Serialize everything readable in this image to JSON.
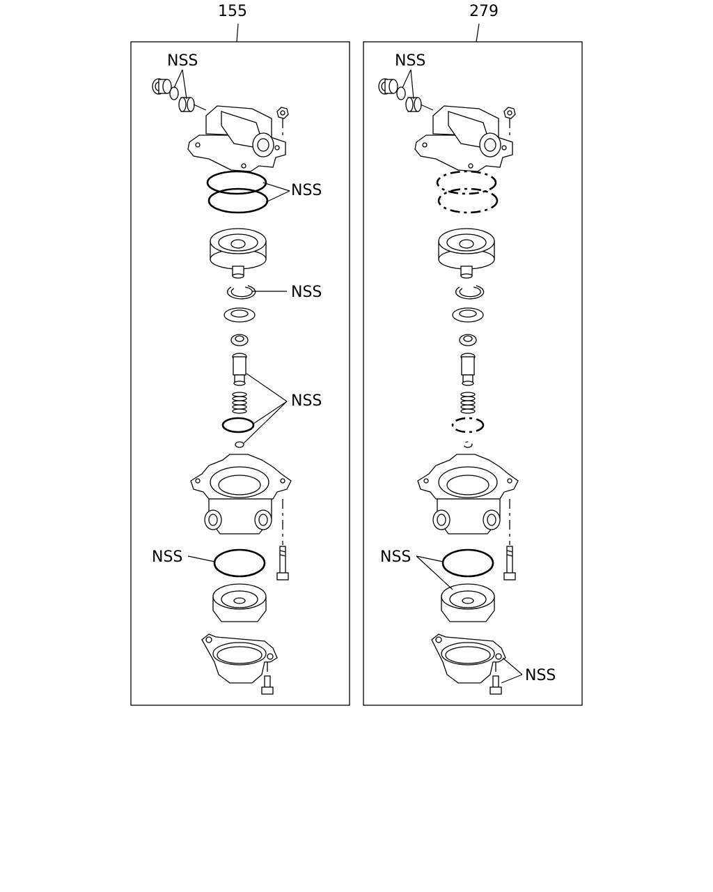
{
  "panels": [
    {
      "number": "155",
      "nss_labels": [
        "NSS",
        "NSS",
        "NSS",
        "NSS",
        "NSS"
      ]
    },
    {
      "number": "279",
      "nss_labels": [
        "NSS",
        "NSS",
        "NSS"
      ]
    }
  ]
}
